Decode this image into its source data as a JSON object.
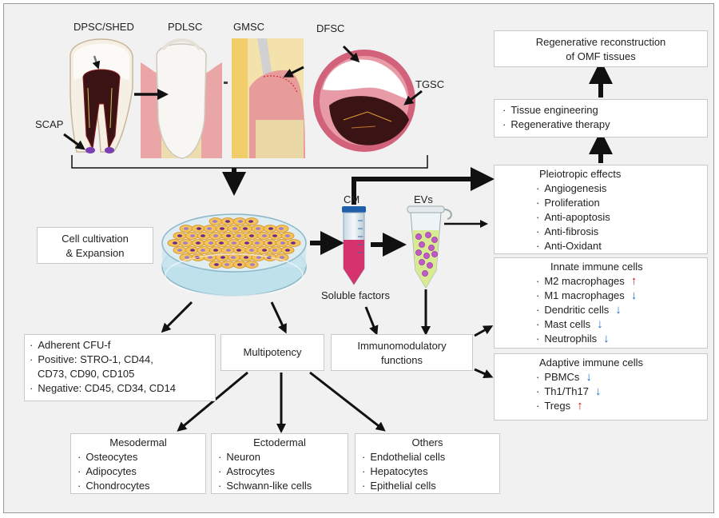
{
  "colors": {
    "up": "#d21a1a",
    "down": "#1f6fc2",
    "gum": "#e79b9b",
    "medium": "#d6336c"
  },
  "teeth": {
    "dpsc": "DPSC/SHED",
    "pdlsc": "PDLSC",
    "gmsc": "GMSC",
    "dfsc": "DFSC",
    "tgsc": "TGSC",
    "scap": "SCAP"
  },
  "cultivation": [
    "Cell cultivation",
    "& Expansion"
  ],
  "cm_label": "CM",
  "evs_label": "EVs",
  "soluble_label": "Soluble factors",
  "regen": [
    "Regenerative reconstruction",
    "of OMF tissues"
  ],
  "tissue": [
    "Tissue engineering",
    "Regenerative therapy"
  ],
  "pleio": {
    "title": "Pleiotropic effects",
    "items": [
      "Angiogenesis",
      "Proliferation",
      "Anti-apoptosis",
      "Anti-fibrosis",
      "Anti-Oxidant"
    ]
  },
  "innate": {
    "title": "Innate immune cells",
    "items": [
      {
        "label": "M2 macrophages",
        "dir": "up"
      },
      {
        "label": "M1 macrophages",
        "dir": "down"
      },
      {
        "label": "Dendritic cells",
        "dir": "down"
      },
      {
        "label": "Mast cells",
        "dir": "down"
      },
      {
        "label": "Neutrophils",
        "dir": "down"
      }
    ]
  },
  "adaptive": {
    "title": "Adaptive immune cells",
    "items": [
      {
        "label": "PBMCs",
        "dir": "down"
      },
      {
        "label": "Th1/Th17",
        "dir": "down"
      },
      {
        "label": "Tregs",
        "dir": "up"
      }
    ]
  },
  "markers": [
    "Adherent CFU-f",
    "Positive: STRO-1, CD44,",
    "CD73, CD90, CD105",
    "Negative: CD45, CD34, CD14"
  ],
  "multipotency": "Multipotency",
  "immunomod": [
    "Immunomodulatory",
    "functions"
  ],
  "mesodermal": {
    "title": "Mesodermal",
    "items": [
      "Osteocytes",
      "Adipocytes",
      "Chondrocytes"
    ]
  },
  "ectodermal": {
    "title": "Ectodermal",
    "items": [
      "Neuron",
      "Astrocytes",
      "Schwann-like cells"
    ]
  },
  "others": {
    "title": "Others",
    "items": [
      "Endothelial cells",
      "Hepatocytes",
      "Epithelial cells"
    ]
  }
}
